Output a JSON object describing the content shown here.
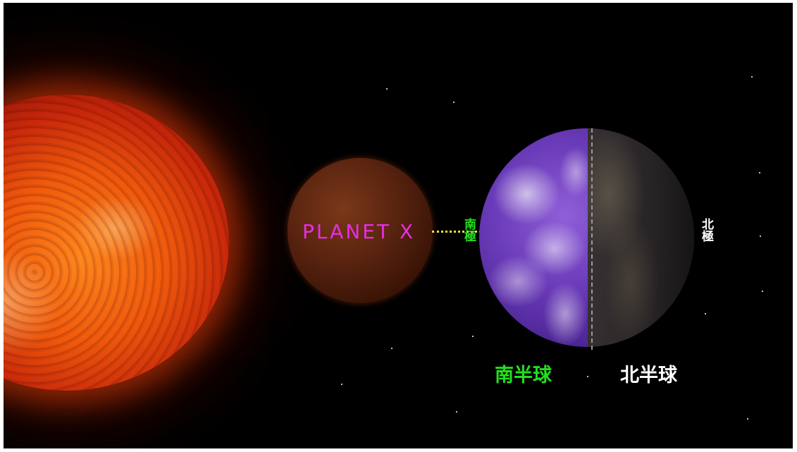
{
  "scene": {
    "planet_label": "PLANET X",
    "south_pole_label": "南極",
    "north_pole_label": "北極",
    "south_hemisphere_label": "南半球",
    "north_hemisphere_label": "北半球"
  },
  "colors": {
    "background": "#000000",
    "planet_label": "#e62ee6",
    "south_label": "#22e01e",
    "north_label": "#ffffff",
    "dotted_line": "#f3e23a"
  }
}
